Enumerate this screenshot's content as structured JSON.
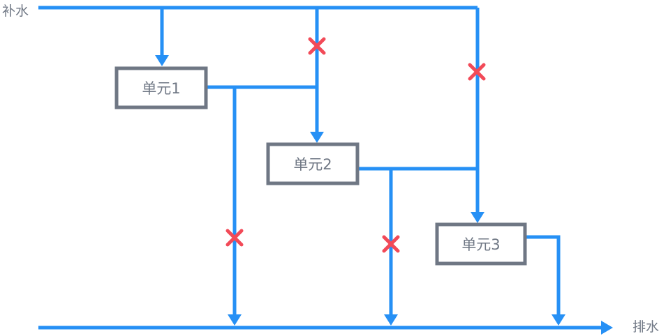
{
  "labels": {
    "inlet": "补水",
    "outlet": "排水"
  },
  "units": [
    {
      "label": "单元1"
    },
    {
      "label": "单元2"
    },
    {
      "label": "单元3"
    }
  ],
  "colors": {
    "pipe": "#2690f5",
    "unit_border": "#6f7784",
    "blocked_mark": "#f24a58"
  },
  "connections": [
    {
      "from": "补水",
      "to": "单元1",
      "blocked": false
    },
    {
      "from": "补水",
      "to": "单元2",
      "blocked": true
    },
    {
      "from": "补水",
      "to": "单元3",
      "blocked": true
    },
    {
      "from": "单元1",
      "to": "单元2",
      "blocked": false
    },
    {
      "from": "单元1",
      "to": "排水",
      "blocked": true
    },
    {
      "from": "单元2",
      "to": "单元3",
      "blocked": false
    },
    {
      "from": "单元2",
      "to": "排水",
      "blocked": true
    },
    {
      "from": "单元3",
      "to": "排水",
      "blocked": false
    }
  ]
}
